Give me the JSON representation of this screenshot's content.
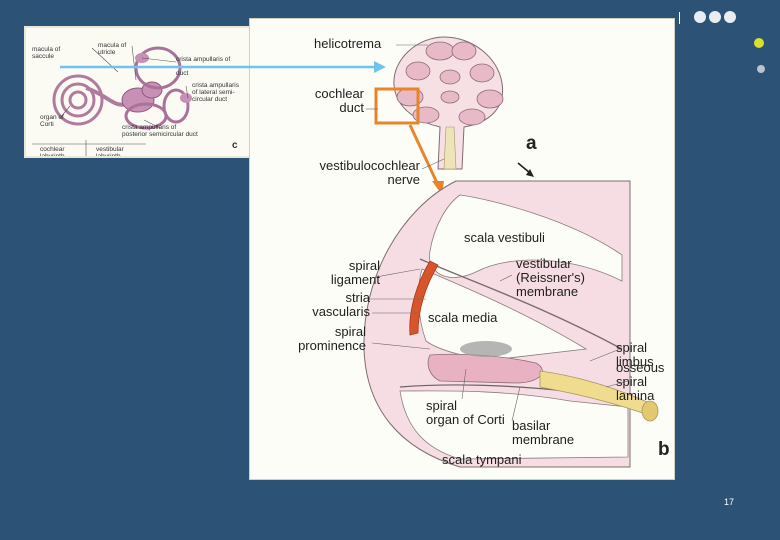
{
  "slide": {
    "number": "17"
  },
  "inset": {
    "panel_letter": "c",
    "labels": {
      "macula_saccule": "macula of\nsaccule",
      "macula_utricle": "macula of\nutricle",
      "crista_anterior": "crista ampullaris of",
      "duct": "duct",
      "crista_lateral": "crista ampullaris\nof lateral semi-\ncircular duct",
      "organ_corti": "organ of\nCorti",
      "crista_posterior": "crista ampullaris of\nposterior semicircular duct",
      "cochlear_labyrinth": "cochlear\nlabyrinth",
      "vestibular_labyrinth": "vestibular\nlabyrinth"
    }
  },
  "figure": {
    "panel_a": "a",
    "panel_b": "b",
    "labels": {
      "helicotrema": "helicotrema",
      "cochlear_duct": "cochlear\nduct",
      "vestibulocochlear_nerve": "vestibulocochlear\nnerve",
      "scala_vestibuli": "scala vestibuli",
      "spiral_ligament": "spiral\nligament",
      "stria_vascularis": "stria\nvascularis",
      "spiral_prominence": "spiral\nprominence",
      "vestibular_membrane": "vestibular\n(Reissner's)\nmembrane",
      "scala_media": "scala media",
      "spiral_limbus": "spiral limbus",
      "osseous_spiral_lamina": "osseous\nspiral lamina",
      "spiral_organ_of_corti": "spiral\norgan of Corti",
      "basilar_membrane": "basilar\nmembrane",
      "scala_tympani": "scala tympani"
    }
  },
  "colors": {
    "background": "#2c5275",
    "highlight_box": "#e8852a",
    "connector_arrow": "#6fc3ec",
    "stria_vascularis": "#d8552c",
    "tissue_pink": "#efc4cf"
  }
}
